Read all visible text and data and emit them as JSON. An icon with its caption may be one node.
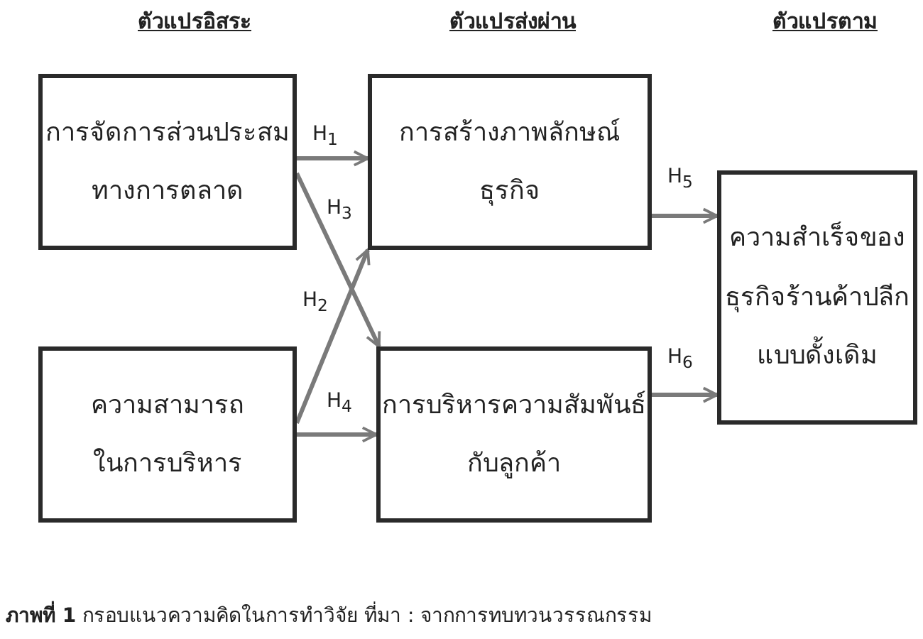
{
  "diagram": {
    "caption": "**ภาพที่ 1** กรอบแนวความคิดในการทำวิจัย ที่มา : จากการทบทวนวรรณกรรม",
    "nodes": [
      {
        "text": [
          "การจัดการส่วนประสมทางการตลาด"
        ]
      },
      {
        "text": [
          "ความสามารถในการบริหาร"
        ]
      },
      {
        "text": [
          "การสร้างภาพลักษณ์ธุรกิจ"
        ]
      },
      {
        "text": [
          "การบริหารความสัมพันธ์กับลูกค้า"
        ]
      },
      {
        "text": [
          "ความสำเร็จของธุรกิจร้านค้าปลีกแบบดั้งเดิม"
        ]
      }
    ],
    "edges": [
      {
        "from": 0,
        "to": 2,
        "arrow": "to",
        "label": "H$_{1}$"
      },
      {
        "from": 1,
        "to": 2,
        "arrow": "to",
        "label": "H$_{2}$"
      },
      {
        "from": 0,
        "to": 3,
        "arrow": "to",
        "label": "H$_{3}$"
      },
      {
        "from": 1,
        "to": 3,
        "arrow": "to",
        "label": "H$_{4}$"
      },
      {
        "from": 2,
        "to": 4,
        "arrow": "to",
        "label": "H$_{5}$"
      },
      {
        "from": 3,
        "to": 4,
        "arrow": "to",
        "label": "H$_{6}$"
      }
    ],
    "labels": [
      "ตัวแปรอิสระ",
      "ตัวแปรส่งผ่าน",
      "ตัวแปรตาม"
    ]
  }
}
